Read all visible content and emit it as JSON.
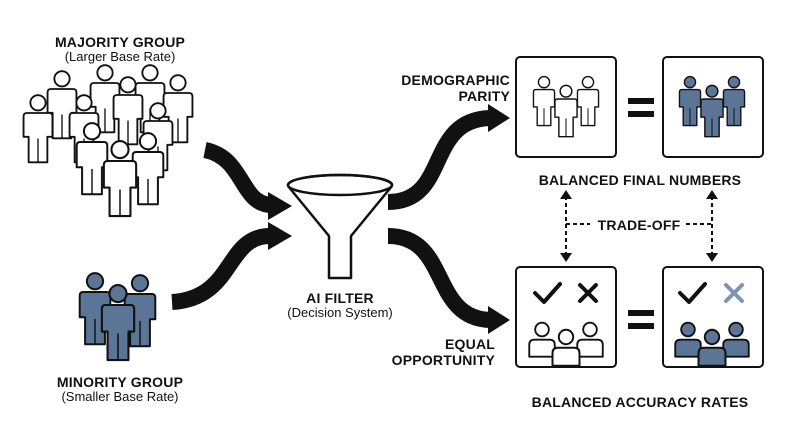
{
  "majority": {
    "title": "MAJORITY GROUP",
    "subtitle": "(Larger Base Rate)"
  },
  "minority": {
    "title": "MINORITY GROUP",
    "subtitle": "(Smaller Base Rate)"
  },
  "filter": {
    "title": "AI FILTER",
    "subtitle": "(Decision System)"
  },
  "paths": {
    "demographic_parity": [
      "DEMOGRAPHIC",
      "PARITY"
    ],
    "equal_opportunity": [
      "EQUAL",
      "OPPORTUNITY"
    ]
  },
  "outcomes": {
    "top_caption": "BALANCED FINAL NUMBERS",
    "bottom_caption": "BALANCED ACCURACY RATES",
    "tradeoff": "TRADE-OFF"
  },
  "colors": {
    "ink": "#111111",
    "minority_fill": "#5b7596",
    "dim_cross": "#7d95b3"
  }
}
